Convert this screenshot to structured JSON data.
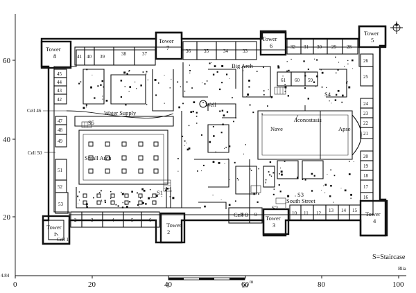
{
  "towers": [
    {
      "name": "Tower",
      "num": "8"
    },
    {
      "name": "Tower",
      "num": "7"
    },
    {
      "name": "Tower",
      "num": "6"
    },
    {
      "name": "Tower",
      "num": "5"
    },
    {
      "name": "Tower",
      "num": "4"
    },
    {
      "name": "Tower",
      "num": "3"
    },
    {
      "name": "Tower",
      "num": "2"
    },
    {
      "name": "Tower",
      "num": "1"
    }
  ],
  "top_cells": [
    "41",
    "40",
    "39",
    "38",
    "37",
    "36",
    "35",
    "34",
    "33",
    "32",
    "31",
    "30",
    "29",
    "28"
  ],
  "left_cells": [
    "45",
    "44",
    "43",
    "42",
    "47",
    "48",
    "49",
    "51",
    "52",
    "53"
  ],
  "right_cells": [
    "26",
    "25",
    "24",
    "23",
    "22",
    "21",
    "20",
    "19",
    "18",
    "17",
    "16"
  ],
  "bottom_cells": [
    "2",
    "3",
    "4",
    "5",
    "6",
    "8",
    "9",
    "10",
    "11",
    "12",
    "13",
    "14",
    "15"
  ],
  "inner_cells": [
    "61",
    "60",
    "59"
  ],
  "labels": {
    "big_arch": "Big Arch",
    "s4": "S4",
    "well": "Well",
    "water_supply": "Water Supply",
    "cell46": "Cell 46",
    "s5": "S5",
    "iconostasis": "Iconostasis",
    "nave": "Nave",
    "apse": "Apse",
    "cell50": "Cell 50",
    "small_arch": "Small Arch",
    "s1": "S1",
    "s3": "S3",
    "south_street": "South Street",
    "s2": "S2",
    "cell8": "Cell 8",
    "cell1": "Cell 1",
    "staircase_key": "S=Staircase",
    "tiny_mark": "Blia"
  },
  "axes": {
    "y_ticks": [
      "60",
      "40",
      "20"
    ],
    "y_origin": "4.84",
    "x_ticks": [
      "0",
      "20",
      "40",
      "60",
      "80",
      "100"
    ]
  },
  "scale_bar": {
    "start": "0",
    "end": "20",
    "unit": "m"
  },
  "north_arrow": {
    "icon": "north-arrow-icon"
  }
}
